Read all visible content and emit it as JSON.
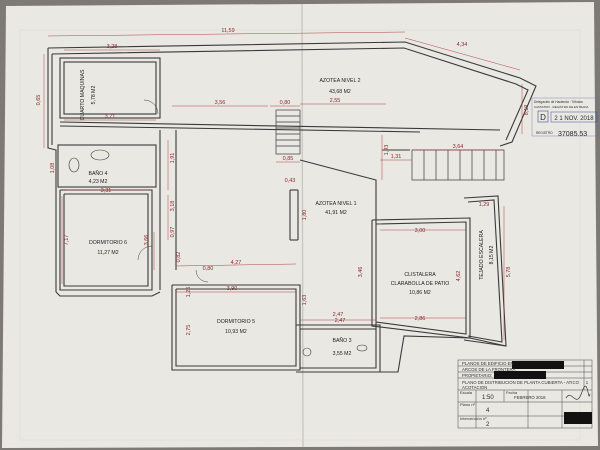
{
  "rooms": [
    {
      "name": "AZOTEA NIVEL 2",
      "area": "43,68 M2"
    },
    {
      "name": "AZOTEA NIVEL 1",
      "area": "41,91 M2"
    },
    {
      "name": "CUARTO MAQUINAS",
      "area": "5,78 M2"
    },
    {
      "name": "BAÑO 4",
      "area": "4,23 M2"
    },
    {
      "name": "DORMITORIO 6",
      "area": "11,27 M2"
    },
    {
      "name": "DORMITORIO 5",
      "area": "10,93 M2"
    },
    {
      "name": "BAÑO 3",
      "area": "3,55 M2"
    },
    {
      "name": "CLISTALERA",
      "line2": "CLARABOLLA DE PATIO",
      "area": "10,86 M2"
    },
    {
      "name": "TEJADO ESCALERA",
      "area": "8,15 M2"
    }
  ],
  "dimensions": [
    "11,59",
    "3,28",
    "4,34",
    "3,56",
    "0,80",
    "2,55",
    "3,71",
    "0,85",
    "1,31",
    "3,64",
    "1,93",
    "0,43",
    "1,29",
    "2,47",
    "1,08",
    "1,91",
    "1,80",
    "3,31",
    "3,18",
    "0,97",
    "7,17",
    "3,66",
    "0,82",
    "0,80",
    "4,27",
    "3,90",
    "1,63",
    "2,75",
    "3,46",
    "3,00",
    "4,62",
    "5,78",
    "2,86",
    "2,47",
    "1,26",
    "8,19",
    "0,65"
  ],
  "stamp": {
    "header": "Delegación de Hacienda · Tributos",
    "line2": "CATASTRO · REGISTRO DE ENTRADA",
    "date": "2 1 NOV. 2018",
    "registro_label": "REGISTRO",
    "registro_number": "37085.53",
    "letter": "D"
  },
  "title_block": {
    "row1": "PLANOS DE EDIFICIO EN",
    "row2": "ARCOS DE LA FRONTERA",
    "row3": "PROPIETARIO:",
    "plan_title": "PLANO DE DISTRIBUCION DE PLANTA CUBIERTA - ATICO",
    "plan_sub": "ACOTACION",
    "escala_label": "Escala",
    "escala": "1:50",
    "fecha_label": "Fecha",
    "fecha": "FEBRERO 2018",
    "plano_label": "Plano nº",
    "plano": "4",
    "intervencion_label": "Intervención nº",
    "intervencion": "2",
    "sheet_number": "1"
  }
}
